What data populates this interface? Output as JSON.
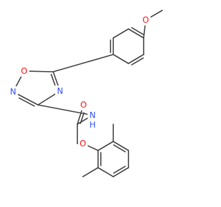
{
  "molecule": {
    "atoms": {
      "methoxy_o": {
        "label": "O",
        "element": "oxygen"
      },
      "ring_o": {
        "label": "O",
        "element": "oxygen"
      },
      "ring_n2": {
        "label": "N",
        "element": "nitrogen"
      },
      "ring_n4": {
        "label": "N",
        "element": "nitrogen"
      },
      "amide_nh": {
        "label": "N",
        "element": "nitrogen",
        "h_label": "H"
      },
      "carbonyl_o": {
        "label": "O",
        "element": "oxygen"
      },
      "ether_o": {
        "label": "O",
        "element": "oxygen"
      }
    },
    "colors": {
      "bond": "#404040",
      "oxygen": "#ff0d0d",
      "nitrogen": "#3050f8",
      "background": "#ffffff"
    }
  }
}
